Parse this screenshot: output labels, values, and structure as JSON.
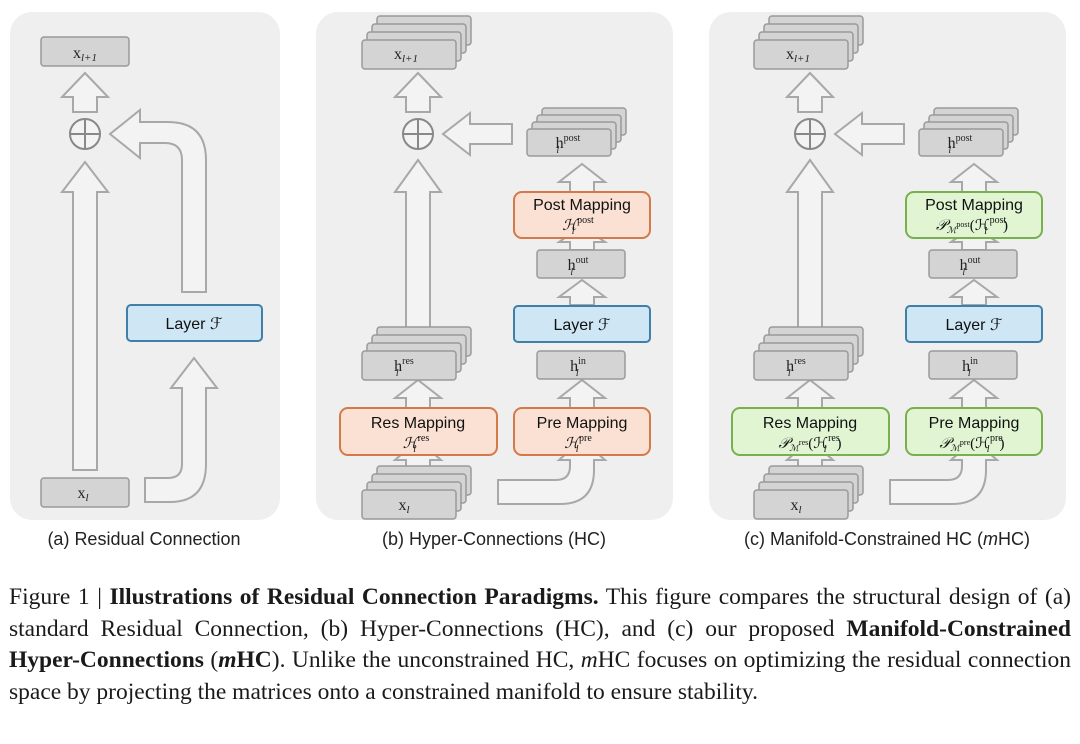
{
  "panels": {
    "a": {
      "subcaption": "(a) Residual Connection",
      "top_label": "x",
      "top_sub": "l+1",
      "bottom_label": "x",
      "bottom_sub": "l",
      "layer_label": "Layer ℱ"
    },
    "b": {
      "subcaption": "(b) Hyper-Connections (HC)",
      "top_label": "x",
      "top_sub": "l+1",
      "bottom_label": "x",
      "bottom_sub": "l",
      "layer_label": "Layer ℱ",
      "h_res": {
        "base": "h",
        "sup": "res",
        "sub": "l"
      },
      "h_post": {
        "base": "h",
        "sup": "post",
        "sub": "l"
      },
      "h_out": {
        "base": "h",
        "sup": "out",
        "sub": "l"
      },
      "h_in": {
        "base": "h",
        "sup": "in",
        "sub": "l"
      },
      "res_mapping": {
        "title": "Res Mapping",
        "formula": "ℋ",
        "sup": "res",
        "sub": "l"
      },
      "pre_mapping": {
        "title": "Pre Mapping",
        "formula": "ℋ",
        "sup": "pre",
        "sub": "l"
      },
      "post_mapping": {
        "title": "Post Mapping",
        "formula": "ℋ",
        "sup": "post",
        "sub": "l"
      }
    },
    "c": {
      "subcaption": "(c) Manifold-Constrained HC (",
      "subcaption_italic": "m",
      "subcaption_end": "HC)",
      "top_label": "x",
      "top_sub": "l+1",
      "bottom_label": "x",
      "bottom_sub": "l",
      "layer_label": "Layer ℱ",
      "h_res": {
        "base": "h",
        "sup": "res",
        "sub": "l"
      },
      "h_post": {
        "base": "h",
        "sup": "post",
        "sub": "l"
      },
      "h_out": {
        "base": "h",
        "sup": "out",
        "sub": "l"
      },
      "h_in": {
        "base": "h",
        "sup": "in",
        "sub": "l"
      },
      "res_mapping": {
        "title": "Res Mapping",
        "proj": "𝒫",
        "proj_sub": "ℳ",
        "proj_sup": "res",
        "formula": "(ℋ",
        "sup": "res",
        "sub": "l",
        "close": ")"
      },
      "pre_mapping": {
        "title": "Pre Mapping",
        "proj": "𝒫",
        "proj_sub": "ℳ",
        "proj_sup": "pre",
        "formula": "(ℋ",
        "sup": "pre",
        "sub": "l",
        "close": ")"
      },
      "post_mapping": {
        "title": "Post Mapping",
        "proj": "𝒫",
        "proj_sub": "ℳ",
        "proj_sup": "post",
        "formula": "(ℋ",
        "sup": "post",
        "sub": "l",
        "close": ")"
      }
    }
  },
  "caption": {
    "label": "Figure 1 | ",
    "title": "Illustrations of Residual Connection Paradigms.",
    "text1": " This figure compares the structural design of (a) standard Residual Connection, (b) Hyper-Connections (HC), and (c) our proposed ",
    "bold_name": "Manifold-Constrained Hyper-Connections",
    "paren_open": " (",
    "m_italic": "m",
    "hc_bold": "HC",
    "paren_close": ")",
    "text2": ". Unlike the unconstrained HC, ",
    "m2": "m",
    "text3": "HC focuses on optimizing the residual connection space by projecting the matrices onto a constrained manifold to ensure stability."
  },
  "colors": {
    "panel_bg": "#efefef",
    "node_fill": "#d4d4d4",
    "node_stroke": "#9a9a9a",
    "arrow_fill": "#f3f3f3",
    "arrow_stroke": "#a8a8a8",
    "layer_fill": "#cfe6f5",
    "layer_stroke": "#3f7fa8",
    "hc_fill": "#fbe1d3",
    "hc_stroke": "#d4794a",
    "mhc_fill": "#e1f5d3",
    "mhc_stroke": "#78b04f"
  }
}
